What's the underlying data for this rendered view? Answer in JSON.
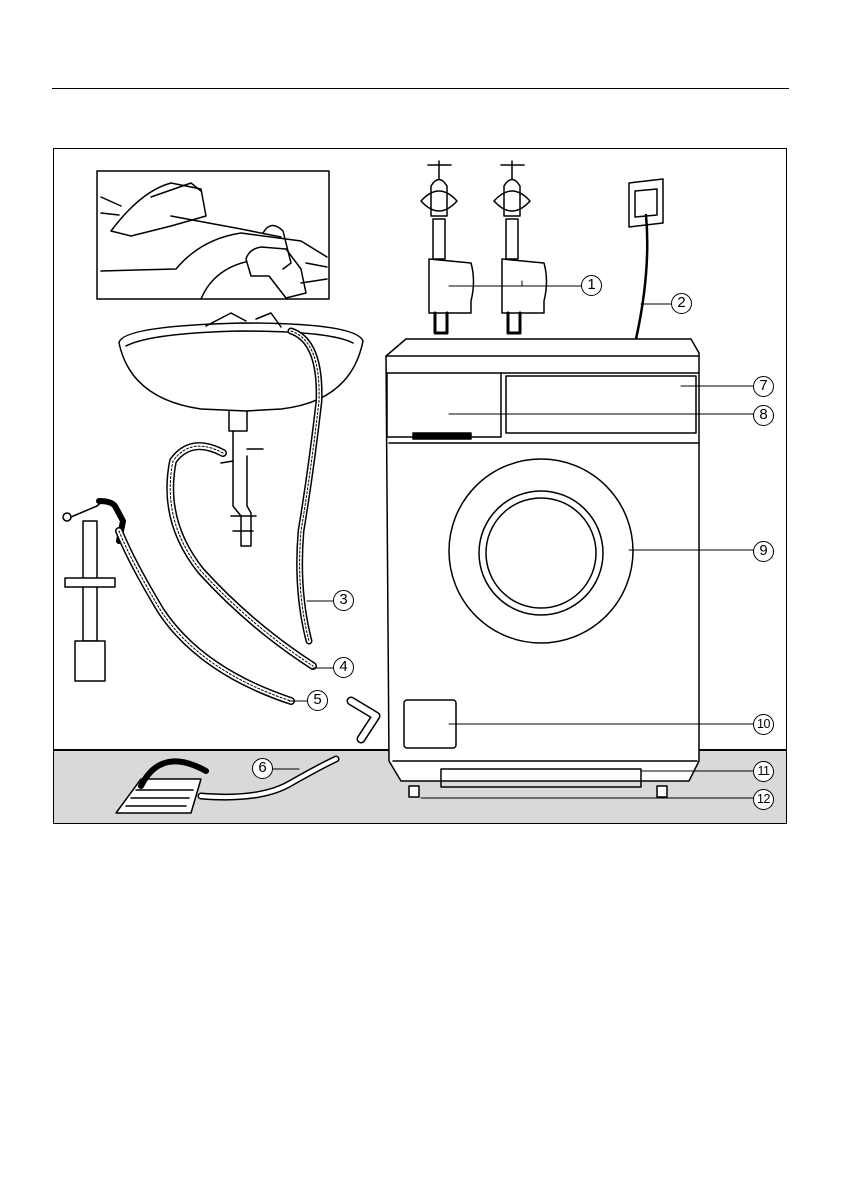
{
  "callouts": {
    "c1": "1",
    "c2": "2",
    "c3": "3",
    "c4": "4",
    "c5": "5",
    "c6": "6",
    "c7": "7",
    "c8": "8",
    "c9": "9",
    "c10": "10",
    "c11": "11",
    "c12": "12"
  },
  "colors": {
    "line": "#000000",
    "floor": "#d9d9d9",
    "background": "#ffffff"
  }
}
